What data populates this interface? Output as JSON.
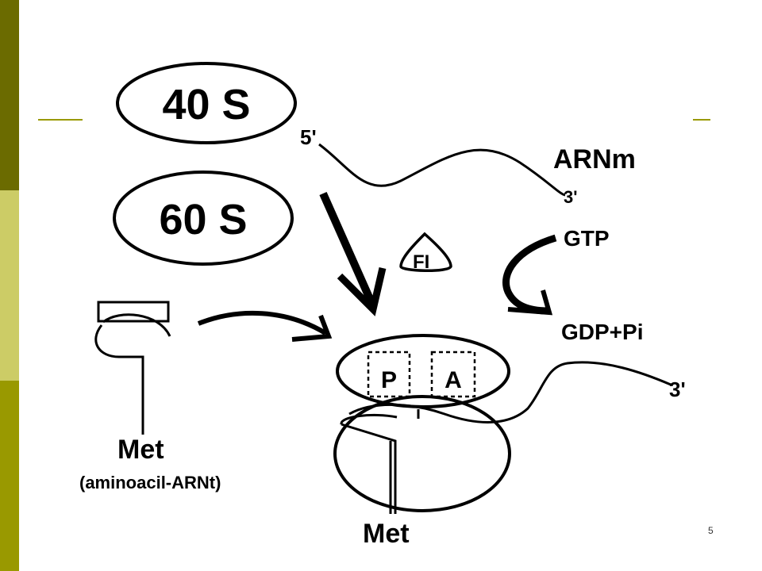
{
  "slide": {
    "page_number": "5",
    "colors": {
      "band_top": "#6b6b00",
      "band_mid": "#cccc66",
      "band_bot": "#999900",
      "rule": "#999900",
      "ink": "#000000"
    }
  },
  "diagram": {
    "subunit_40s": "40 S",
    "subunit_60s": "60 S",
    "mrna_5prime": "5'",
    "mrna_label": "ARNm",
    "mrna_3prime": "3'",
    "factor": "FI",
    "gtp": "GTP",
    "gdp_pi": "GDP+Pi",
    "site_p": "P",
    "site_a": "A",
    "bound_3prime": "3'",
    "met_trna": "Met",
    "met_trna_note": "(aminoacil-ARNt)",
    "met_bound": "Met"
  }
}
